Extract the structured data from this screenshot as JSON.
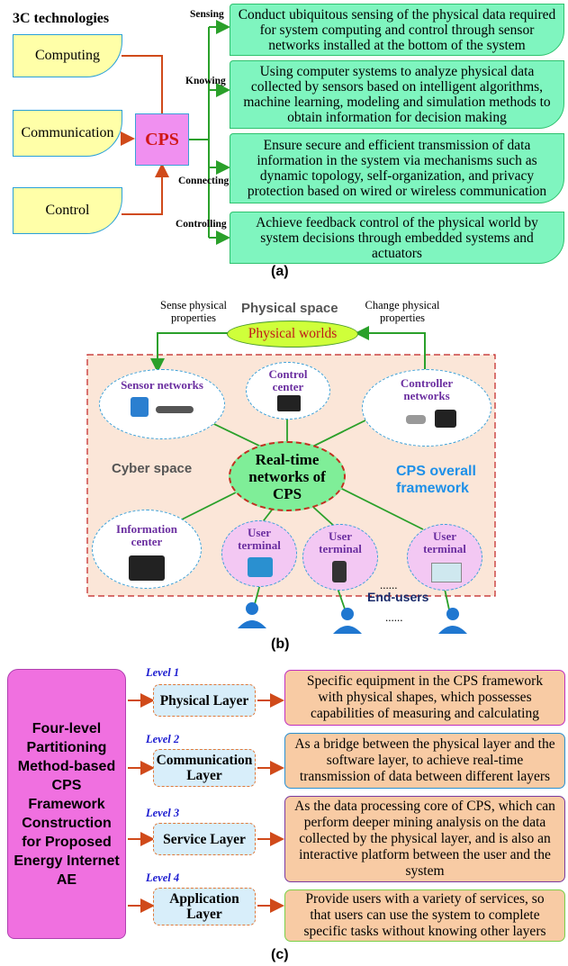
{
  "panel_a": {
    "title": "3C technologies",
    "inputs": [
      "Computing",
      "Communication",
      "Control"
    ],
    "center": "CPS",
    "branches": [
      {
        "label": "Sensing",
        "text": "Conduct ubiquitous sensing of the physical data required for system computing and control through sensor networks installed at the bottom of the system"
      },
      {
        "label": "Knowing",
        "text": "Using computer systems to analyze physical data collected by sensors based on intelligent algorithms, machine learning, modeling and simulation methods to obtain information for decision making"
      },
      {
        "label": "Connecting",
        "text": "Ensure secure and efficient transmission of data information in the system via mechanisms such as dynamic topology, self-organization, and privacy protection based on wired or wireless communication"
      },
      {
        "label": "Controlling",
        "text": "Achieve feedback control of the physical world by system decisions through embedded systems and actuators"
      }
    ],
    "caption": "(a)"
  },
  "panel_b": {
    "physical_space": "Physical space",
    "physical_worlds": "Physical worlds",
    "sense_label": "Sense physical properties",
    "change_label": "Change physical properties",
    "sensor_networks": "Sensor networks",
    "control_center": "Control center",
    "controller_networks": "Controller networks",
    "cyber_space": "Cyber space",
    "realtime": "Real-time networks of CPS",
    "framework": "CPS overall framework",
    "information_center": "Information center",
    "user_terminal": "User terminal",
    "dots": "......",
    "end_users": "End-users",
    "caption": "(b)"
  },
  "panel_c": {
    "main_title": "Four-level Partitioning Method-based CPS Framework Construction for Proposed Energy Internet AE",
    "levels": [
      {
        "level": "Level 1",
        "name": "Physical Layer",
        "desc": "Specific equipment in the CPS framework with physical shapes, which possesses capabilities of measuring and calculating",
        "border": "#c030c0"
      },
      {
        "level": "Level 2",
        "name": "Communication Layer",
        "desc": "As a bridge between the physical layer and the software layer, to achieve real-time transmission of data between different layers",
        "border": "#2a90d0"
      },
      {
        "level": "Level 3",
        "name": "Service Layer",
        "desc": "As the data processing core of CPS, which can perform deeper mining analysis on the data collected by the physical layer, and is also an interactive platform between the user and the system",
        "border": "#7a3aa0"
      },
      {
        "level": "Level 4",
        "name": "Application Layer",
        "desc": "Provide users with a variety of services, so that users can use the system to complete specific tasks without knowing other layers",
        "border": "#7ad048"
      }
    ],
    "caption": "(c)"
  },
  "colors": {
    "arrow_red": "#d04a1a",
    "arrow_green": "#2aa02a",
    "cps_pink": "#f090f0",
    "cyber_bg": "#fbe6d8"
  }
}
